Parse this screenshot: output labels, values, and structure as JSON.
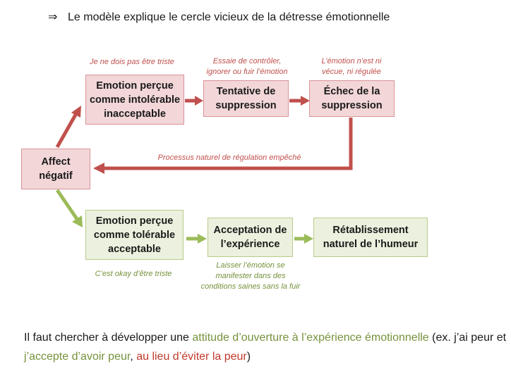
{
  "header": {
    "arrow_symbol": "⇒",
    "text": "Le modèle explique le cercle vicieux de la détresse émotionnelle"
  },
  "diagram": {
    "colors": {
      "red_fill": "#f2d6d8",
      "red_stroke": "#c0504d",
      "green_fill": "#ebf1de",
      "green_stroke": "#9bbb59"
    },
    "affect": "Affect\nnégatif",
    "top_row": {
      "box1": "Emotion perçue\ncomme intolérable\ninacceptable",
      "box2": "Tentative de\nsuppression",
      "box3": "Échec de la\nsuppression",
      "note1": "Je ne dois pas être triste",
      "note2": "Essaie de contrôler,\nignorer ou fuir l’émotion",
      "note3": "L’émotion n’est ni\nvécue, ni régulée",
      "return_note": "Processus naturel de régulation empêché"
    },
    "bottom_row": {
      "box1": "Emotion perçue\ncomme tolérable\nacceptable",
      "box2": "Acceptation de\nl’expérience",
      "box3": "Rétablissement\nnaturel de l’humeur",
      "note1": "C’est okay d’être triste",
      "note2": "Laisser l’émotion se\nmanifester dans des\nconditions saines sans la fuir"
    }
  },
  "conclusion": {
    "part1": "Il faut chercher à développer une ",
    "part2": "attitude d’ouverture à l’expérience émotionnelle",
    "part3": " (ex. j’ai peur et ",
    "part4": "j’accepte d’avoir peur",
    "part5": ", ",
    "part6": "au lieu d’éviter la peur",
    "part7": ")"
  }
}
